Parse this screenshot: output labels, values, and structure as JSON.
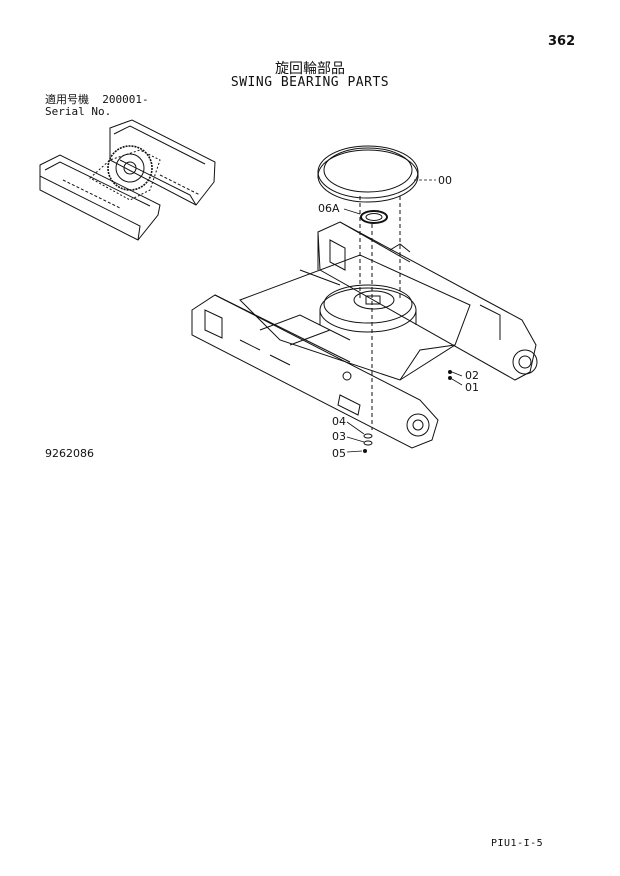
{
  "header": {
    "page_number": "362",
    "title_jp": "旋回輪部品",
    "title_en": "SWING BEARING PARTS"
  },
  "serial": {
    "label_jp": "適用号機",
    "value": "200001-",
    "label_en": "Serial No."
  },
  "figure": {
    "number": "9262086",
    "callouts": [
      "00",
      "06A",
      "02",
      "01",
      "04",
      "03",
      "05"
    ]
  },
  "footer": {
    "page_code": "PIU1-I-5"
  }
}
